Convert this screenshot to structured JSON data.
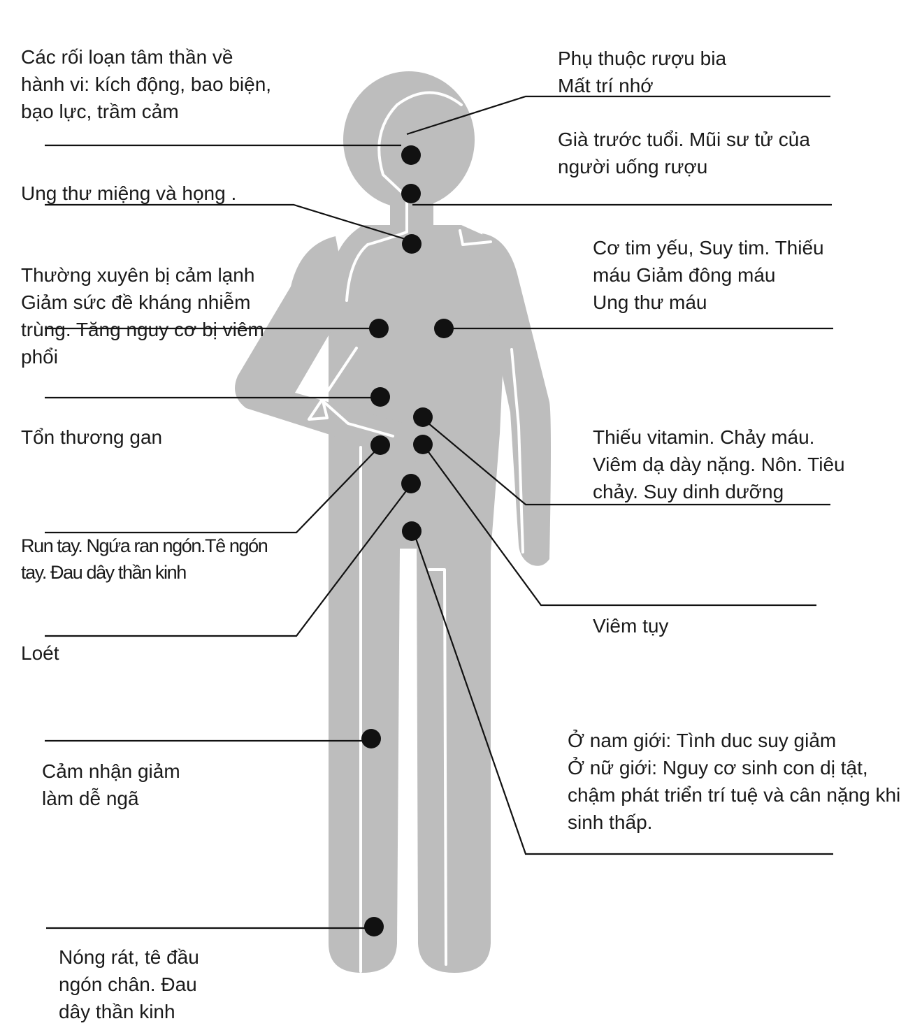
{
  "colors": {
    "body_fill": "#bdbdbd",
    "outline": "#ffffff",
    "marker": "#111111",
    "leader": "#111111",
    "text": "#1a1a1a"
  },
  "labels": {
    "behavior": "Các rối loạn tâm thần về\nhành vi: kích động, bao biện,\nbạo lực, trầm cảm",
    "alcohol": "Phụ thuộc rượu bia\nMất trí nhớ",
    "aging": "Già trước tuổi. Mũi sư tử của\nngười uống rượu",
    "mouth": "Ung thư miệng và họng .",
    "heart": "Cơ tim yếu, Suy tim. Thiếu\nmáu Giảm đông máu\nUng thư máu",
    "immune": "Thường xuyên bị cảm lạnh\nGiảm sức đề kháng nhiễm\ntrùng. Tăng nguy cơ bị viêm\nphổi",
    "liver": "Tổn thương gan",
    "stomach": "  Thiếu vitamin. Chảy máu.\nViêm dạ dày nặng. Nôn. Tiêu\nchảy. Suy dinh dưỡng",
    "hands": "Run tay.  Ngứa ran ngón.Tê ngón\ntay.  Đau dây thần kinh",
    "pancreas": "Viêm tụy",
    "ulcer": "Loét",
    "reproductive": "Ở nam giới: Tình duc suy giảm\nỞ nữ giới: Nguy cơ sinh con dị tật,\nchậm phát triển trí tuệ và cân nặng khi\nsinh thấp.",
    "balance": "Cảm nhận giảm\nlàm dễ ngã",
    "feet": "Nóng rát, tê đầu\nngón chân. Đau\ndây thần kinh"
  }
}
